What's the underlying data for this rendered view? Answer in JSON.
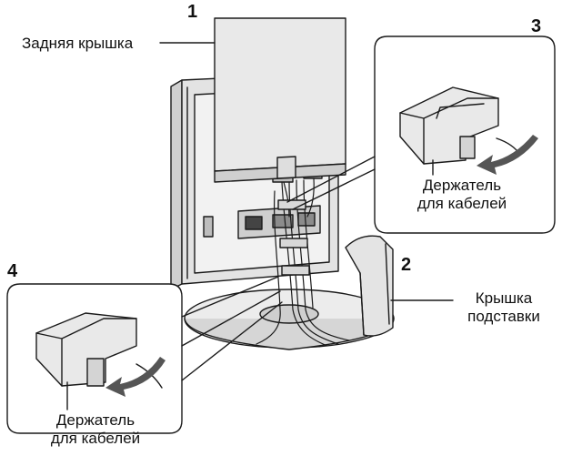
{
  "callouts": {
    "c1": "1",
    "c2": "2",
    "c3": "3",
    "c4": "4"
  },
  "labels": {
    "back_cover": "Задняя крышка",
    "cable_holder_3_line1": "Держатель",
    "cable_holder_3_line2": "для кабелей",
    "stand_cover_line1": "Крышка",
    "stand_cover_line2": "подставки",
    "cable_holder_4_line1": "Держатель",
    "cable_holder_4_line2": "для кабелей"
  }
}
